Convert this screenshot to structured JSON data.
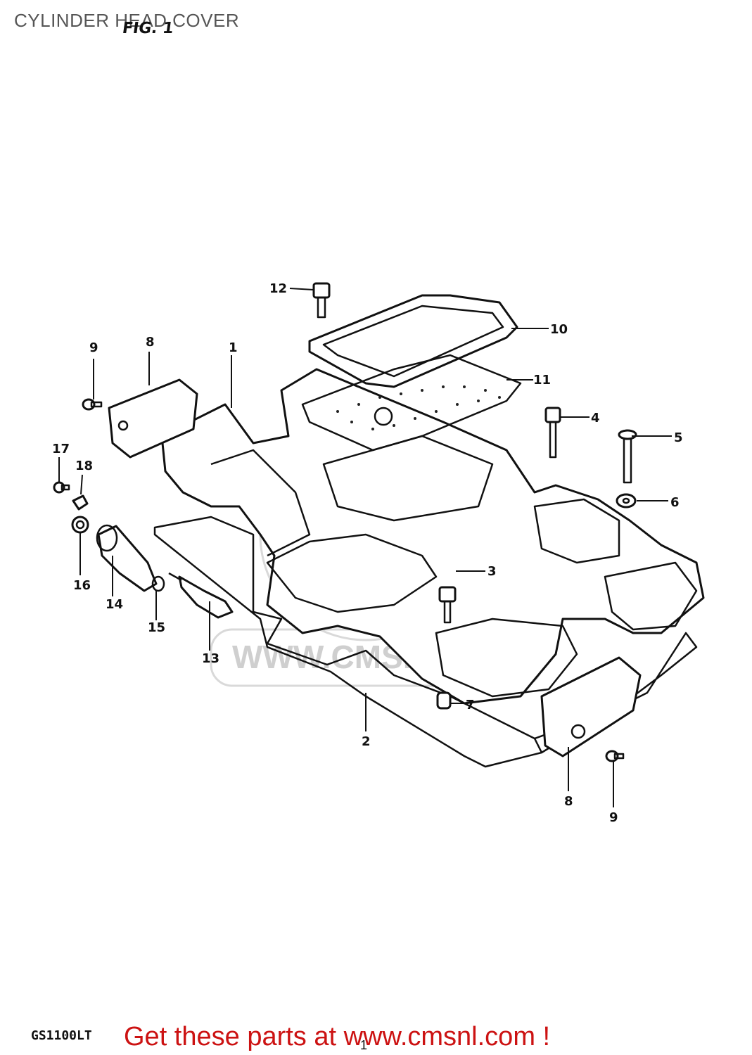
{
  "page": {
    "title": "CYLINDER HEAD COVER",
    "figure_label": "FIG. 1",
    "model_code": "GS1100LT",
    "cta_text": "Get these parts at www.cmsnl.com !",
    "page_mark": "1"
  },
  "watermark": {
    "url": "WWW.CMSNL.COM"
  },
  "callouts": [
    {
      "id": "12",
      "label": "12"
    },
    {
      "id": "10",
      "label": "10"
    },
    {
      "id": "11",
      "label": "11"
    },
    {
      "id": "9a",
      "label": "9"
    },
    {
      "id": "8a",
      "label": "8"
    },
    {
      "id": "1",
      "label": "1"
    },
    {
      "id": "4",
      "label": "4"
    },
    {
      "id": "5",
      "label": "5"
    },
    {
      "id": "6",
      "label": "6"
    },
    {
      "id": "17",
      "label": "17"
    },
    {
      "id": "18",
      "label": "18"
    },
    {
      "id": "16",
      "label": "16"
    },
    {
      "id": "14",
      "label": "14"
    },
    {
      "id": "15",
      "label": "15"
    },
    {
      "id": "13",
      "label": "13"
    },
    {
      "id": "3",
      "label": "3"
    },
    {
      "id": "7",
      "label": "7"
    },
    {
      "id": "2",
      "label": "2"
    },
    {
      "id": "8b",
      "label": "8"
    },
    {
      "id": "9b",
      "label": "9"
    }
  ]
}
